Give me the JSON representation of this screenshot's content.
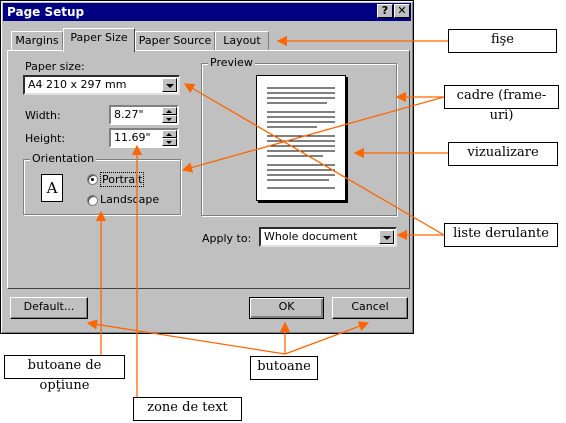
{
  "dialog": {
    "title": "Page Setup",
    "help_button": "?",
    "close_button": "✕",
    "tabs": [
      {
        "label": "Margins",
        "active": false
      },
      {
        "label": "Paper Size",
        "active": true
      },
      {
        "label": "Paper Source",
        "active": false
      },
      {
        "label": "Layout",
        "active": false
      }
    ],
    "paper_size_label": "Paper size:",
    "paper_size_value": "A4 210 x 297 mm",
    "width_label": "Width:",
    "width_value": "8.27\"",
    "height_label": "Height:",
    "height_value": "11.69\"",
    "orientation_title": "Orientation",
    "orientation_icon_letter": "A",
    "portrait_label": "Portrait",
    "landscape_label": "Landscape",
    "orientation_selected": "Portrait",
    "preview_title": "Preview",
    "apply_to_label": "Apply to:",
    "apply_to_value": "Whole document",
    "default_button": "Default...",
    "ok_button": "OK",
    "cancel_button": "Cancel"
  },
  "callouts": {
    "tabs": "fişe",
    "frames": "cadre (frame-uri)",
    "preview": "vizualizare",
    "dropdowns": "liste derulante",
    "option_buttons": "butoane de opţiune",
    "buttons": "butoane",
    "text_fields": "zone de text"
  },
  "colors": {
    "title_bar": "#000080",
    "dialog_face": "#c0c0c0",
    "arrow": "#ff6600"
  }
}
